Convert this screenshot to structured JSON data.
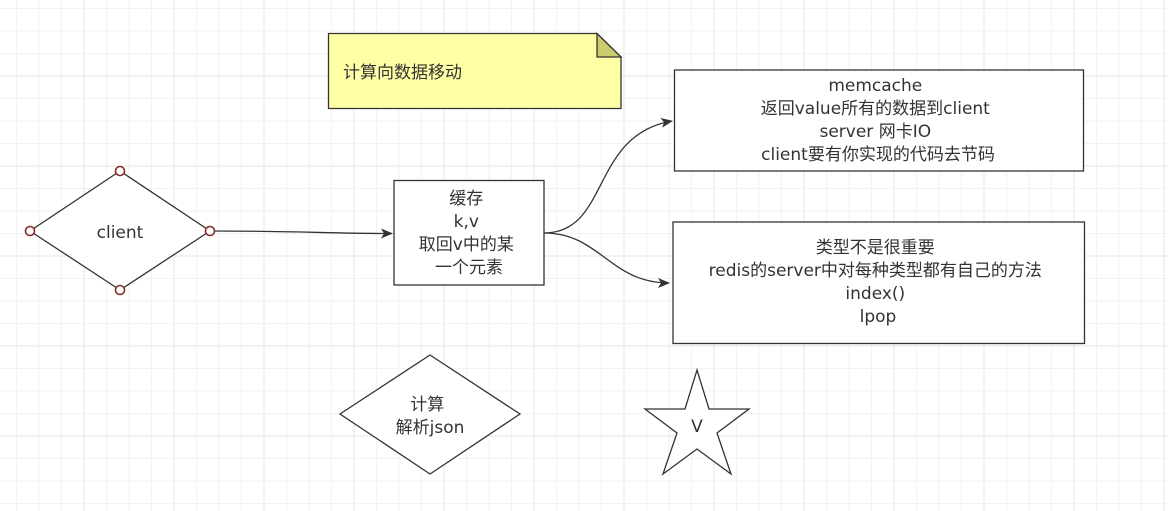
{
  "colors": {
    "stroke": "#333333",
    "text": "#333333",
    "note_fill": "#ffffa6",
    "note_fold": "#cccc6e",
    "handle": "#8b2b2b",
    "grid_minor": "#f2f2f2",
    "grid_major": "#e6e6e6"
  },
  "note": {
    "text": "计算向数据移动"
  },
  "client": {
    "label": "client"
  },
  "cache_box": {
    "lines": [
      "缓存",
      "k,v",
      "取回v中的某",
      "一个元素"
    ]
  },
  "memcache_box": {
    "lines": [
      "memcache",
      "返回value所有的数据到client",
      "server  网卡IO",
      "client要有你实现的代码去节码"
    ]
  },
  "redis_box": {
    "lines": [
      "类型不是很重要",
      "redis的server中对每种类型都有自己的方法",
      "index()",
      "lpop"
    ]
  },
  "compute_diamond": {
    "lines": [
      "计算",
      "解析json"
    ]
  },
  "star": {
    "label": "V"
  },
  "edges": [
    {
      "from": "client",
      "to": "cache_box"
    },
    {
      "from": "cache_box",
      "to": "memcache_box"
    },
    {
      "from": "cache_box",
      "to": "redis_box"
    }
  ]
}
